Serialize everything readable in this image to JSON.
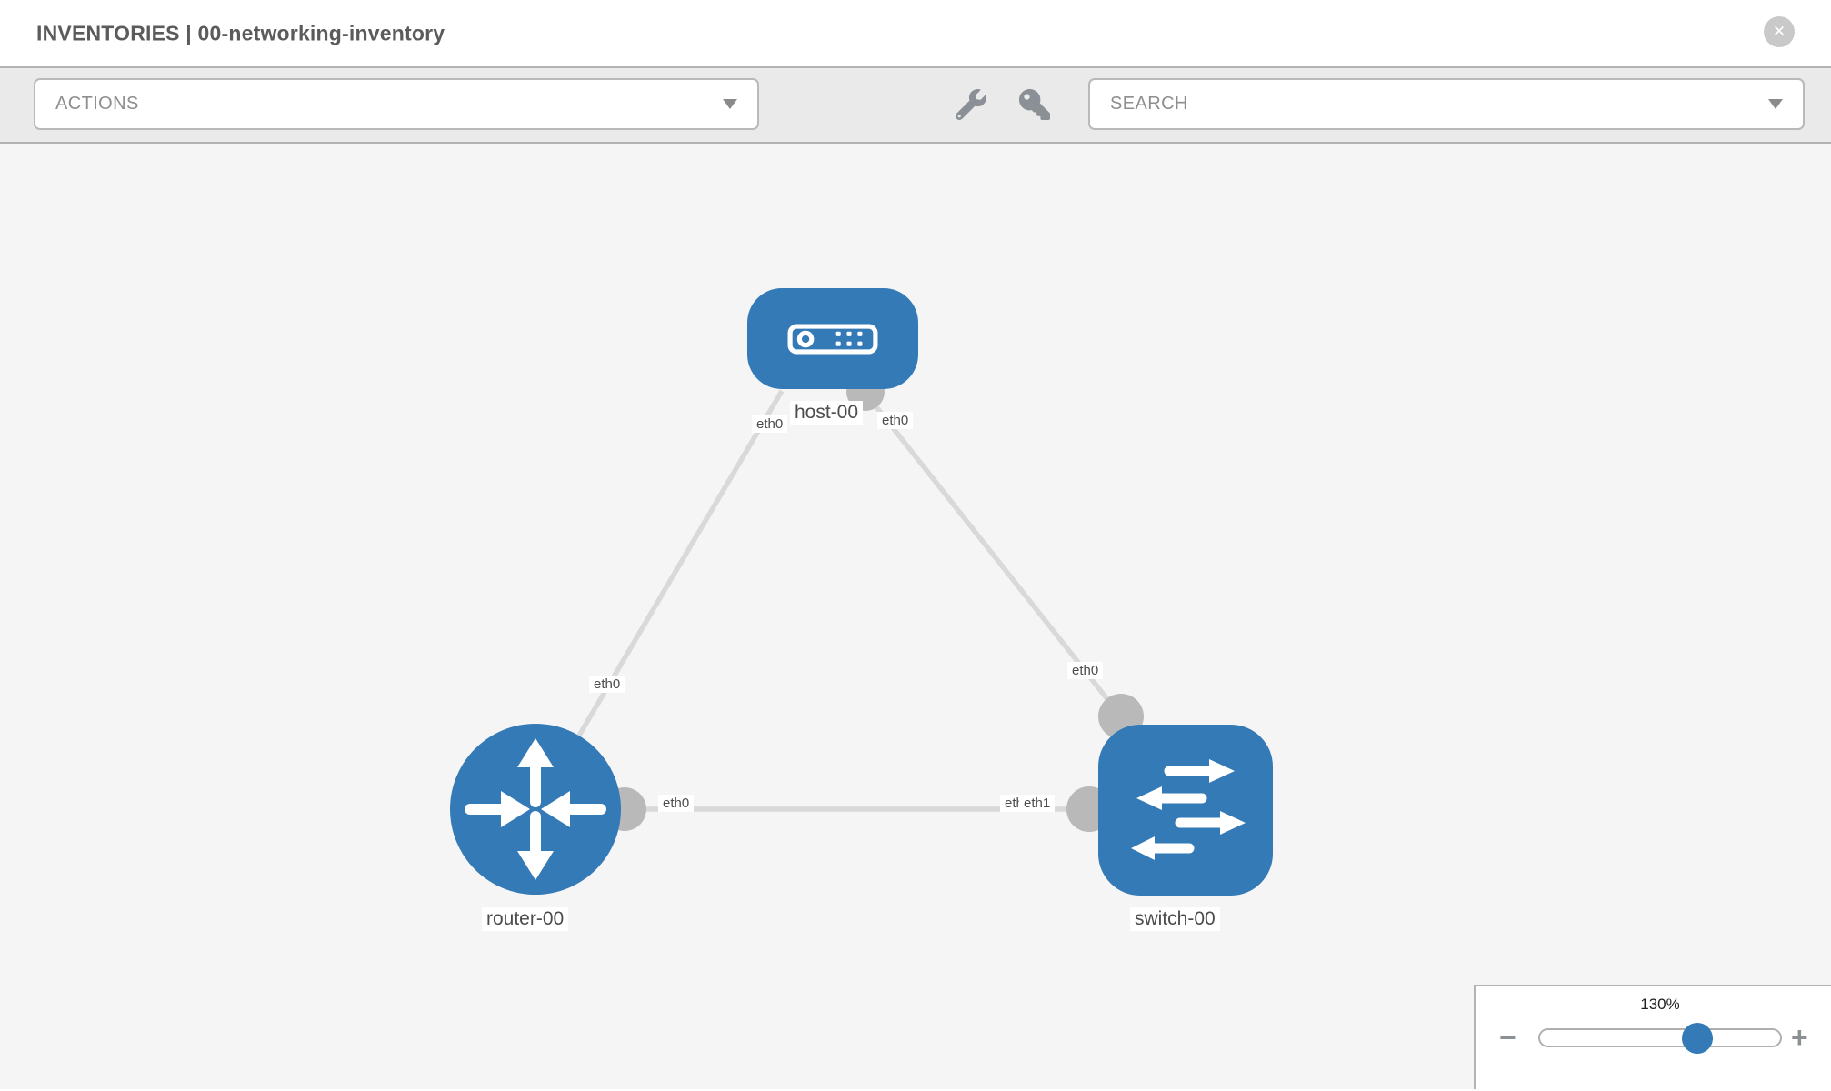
{
  "header": {
    "title": "INVENTORIES | 00-networking-inventory",
    "close_glyph": "✕"
  },
  "toolbar": {
    "actions_label": "ACTIONS",
    "search_placeholder": "SEARCH",
    "icons": [
      "wrench-icon",
      "key-icon"
    ]
  },
  "canvas": {
    "nodes": [
      {
        "id": "host-00",
        "type": "host",
        "label": "host-00",
        "icon": "server-icon"
      },
      {
        "id": "router-00",
        "type": "router",
        "label": "router-00",
        "icon": "router-arrows-icon"
      },
      {
        "id": "switch-00",
        "type": "switch",
        "label": "switch-00",
        "icon": "switch-arrows-icon"
      }
    ],
    "interface_labels": {
      "host_left": "eth0",
      "host_right": "eth0",
      "link_hr_router_end": "eth0",
      "link_hs_switch_end": "eth0",
      "link_rs_router_end": "eth0",
      "link_rs_switch_end_under": "eth0",
      "link_rs_switch_end": "eth1"
    },
    "edges": [
      {
        "from": "host-00",
        "to": "router-00"
      },
      {
        "from": "host-00",
        "to": "switch-00"
      },
      {
        "from": "router-00",
        "to": "switch-00"
      }
    ],
    "colors": {
      "node_blue": "#337ab7",
      "edge_gray": "#d9d9d9",
      "interface_gray": "#b9b9b9",
      "canvas_bg": "#f5f5f5"
    }
  },
  "zoom_panel": {
    "level": "130%",
    "minus_glyph": "−",
    "plus_glyph": "+"
  }
}
